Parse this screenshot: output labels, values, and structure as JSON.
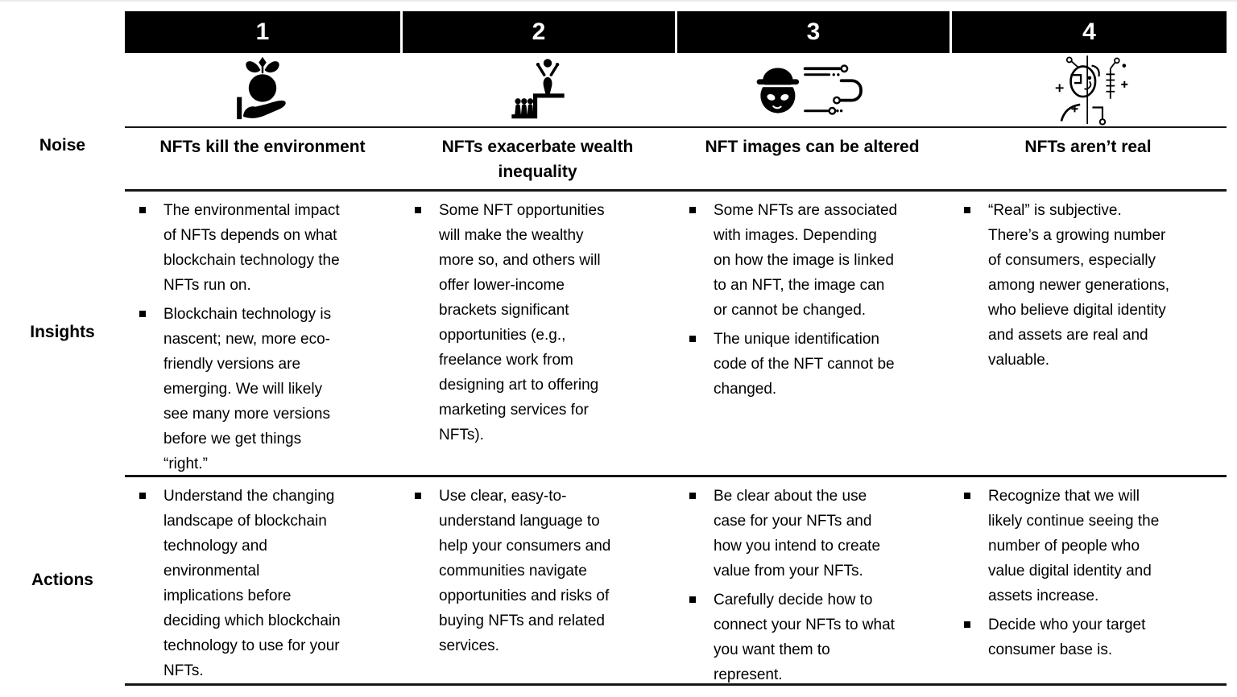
{
  "slide": {
    "row_labels": {
      "noise": "Noise",
      "insights": "Insights",
      "actions": "Actions"
    },
    "colors": {
      "header_bg": "#000000",
      "header_text": "#ffffff",
      "rule": "#161616",
      "text": "#000000",
      "background": "#ffffff"
    },
    "columns": [
      {
        "number": "1",
        "icon": "hand-holding-earth-sprout-icon",
        "noise": "NFTs kill the environment",
        "insights": [
          "The environmental impact\nof NFTs depends on what\nblockchain technology the\nNFTs run on.",
          "Blockchain technology is\nnascent; new, more eco-\nfriendly versions are\nemerging. We will likely\nsee many more versions\nbefore we get things\n“right.”"
        ],
        "actions": [
          "Understand the changing\nlandscape of blockchain\ntechnology and\nenvironmental\nimplications before\ndeciding which blockchain\ntechnology to use for your\nNFTs."
        ]
      },
      {
        "number": "2",
        "icon": "people-climbing-steps-icon",
        "noise": "NFTs exacerbate wealth\ninequality",
        "insights": [
          "Some NFT opportunities\nwill make the wealthy\nmore so, and others will\noffer lower-income\nbrackets significant\nopportunities (e.g.,\nfreelance work from\ndesigning art to offering\nmarketing services for\nNFTs)."
        ],
        "actions": [
          "Use clear, easy-to-\nunderstand language to\nhelp your consumers and\ncommunities navigate\nopportunities and risks of\nbuying NFTs and related\nservices."
        ]
      },
      {
        "number": "3",
        "icon": "thief-circuit-icon",
        "noise": "NFT images can be altered",
        "insights": [
          "Some NFTs are associated\nwith images. Depending\non how the image is linked\nto an NFT, the image can\nor cannot be changed.",
          "The unique identification\ncode of the NFT cannot be\nchanged."
        ],
        "actions": [
          "Be clear about the use\ncase for your NFTs and\nhow you intend to create\nvalue from your NFTs.",
          "Carefully decide how to\nconnect your NFTs to what\nyou want them to\nrepresent."
        ]
      },
      {
        "number": "4",
        "icon": "digital-identity-head-icon",
        "noise": "NFTs aren’t real",
        "insights": [
          "“Real” is subjective.\nThere’s a growing number\nof consumers, especially\namong newer generations,\nwho believe digital identity\nand assets are real and\nvaluable."
        ],
        "actions": [
          "Recognize that we will\nlikely continue seeing the\nnumber of people who\nvalue digital identity and\nassets increase.",
          "Decide who your target\nconsumer base is."
        ]
      }
    ]
  }
}
